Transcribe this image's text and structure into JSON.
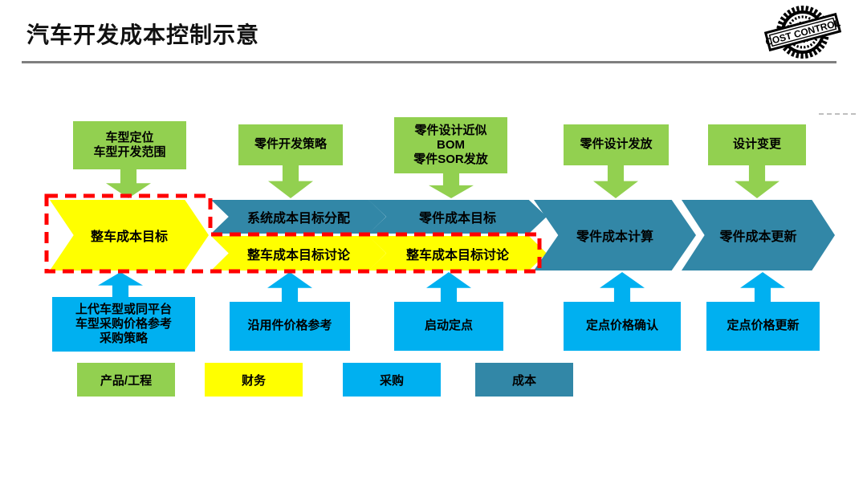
{
  "title": "汽车开发成本控制示意",
  "stamp": {
    "label": "COST CONTROL"
  },
  "colors": {
    "product_green": "#92D050",
    "finance_yellow": "#FFFF00",
    "purchasing_blue": "#00B0F0",
    "cost_teal": "#3287A7",
    "highlight_red": "#FF0000",
    "title_rule_gray": "#7F7F7F"
  },
  "top_inputs": [
    {
      "label": "车型定位\n车型开发范围"
    },
    {
      "label": "零件开发策略"
    },
    {
      "label": "零件设计近似\nBOM\n零件SOR发放"
    },
    {
      "label": "零件设计发放"
    },
    {
      "label": "设计变更"
    }
  ],
  "process_steps": [
    {
      "label": "整车成本目标",
      "role": "finance"
    },
    {
      "label": "系统成本目标分配",
      "role": "cost"
    },
    {
      "label": "整车成本目标讨论",
      "role": "finance"
    },
    {
      "label": "零件成本目标",
      "role": "cost"
    },
    {
      "label": "整车成本目标讨论",
      "role": "finance"
    },
    {
      "label": "零件成本计算",
      "role": "cost"
    },
    {
      "label": "零件成本更新",
      "role": "cost"
    }
  ],
  "bottom_inputs": [
    {
      "label": "上代车型或同平台\n车型采购价格参考\n采购策略"
    },
    {
      "label": "沿用件价格参考"
    },
    {
      "label": "启动定点"
    },
    {
      "label": "定点价格确认"
    },
    {
      "label": "定点价格更新"
    }
  ],
  "legend": [
    {
      "label": "产品/工程",
      "color": "#92D050"
    },
    {
      "label": "财务",
      "color": "#FFFF00"
    },
    {
      "label": "采购",
      "color": "#00B0F0"
    },
    {
      "label": "成本",
      "color": "#3287A7"
    }
  ]
}
